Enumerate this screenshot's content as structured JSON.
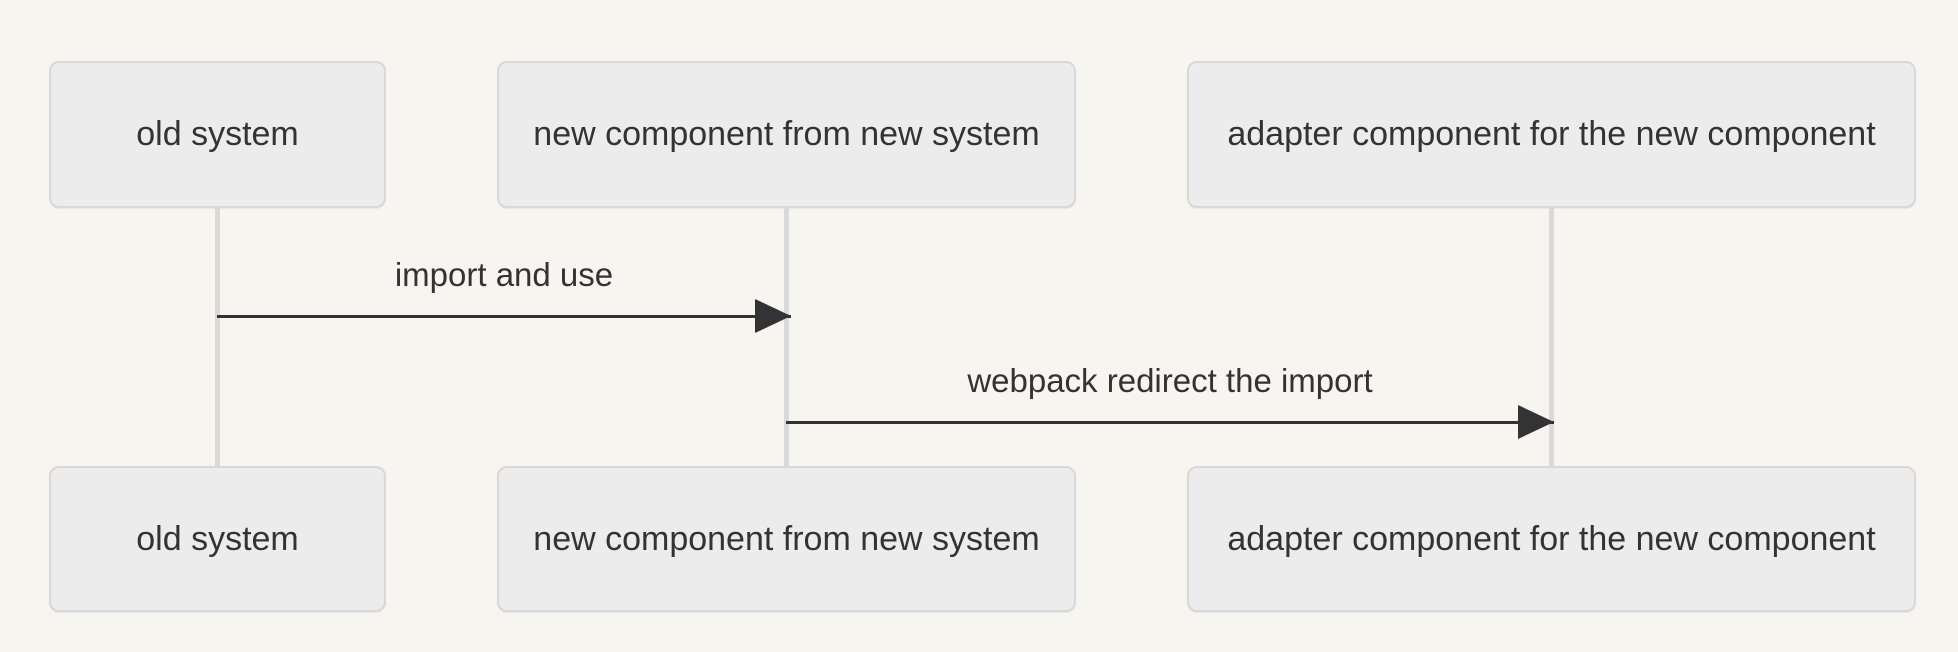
{
  "diagram": {
    "type": "sequence-diagram",
    "participants": [
      {
        "label": "old system"
      },
      {
        "label": "new component from new system"
      },
      {
        "label": "adapter component for the new component"
      }
    ],
    "messages": [
      {
        "label": "import and use",
        "from": "old system",
        "to": "new component from new system",
        "arrow": "solid-filled-head"
      },
      {
        "label": "webpack redirect the import",
        "from": "new component from new system",
        "to": "adapter component for the new component",
        "arrow": "solid-filled-head"
      }
    ],
    "colors": {
      "background": "#f6f5f0",
      "actor_fill": "#ececec",
      "actor_border": "#d8d8d8",
      "lifeline": "#d9d9d9",
      "arrow": "#333333",
      "text": "#333333"
    }
  }
}
